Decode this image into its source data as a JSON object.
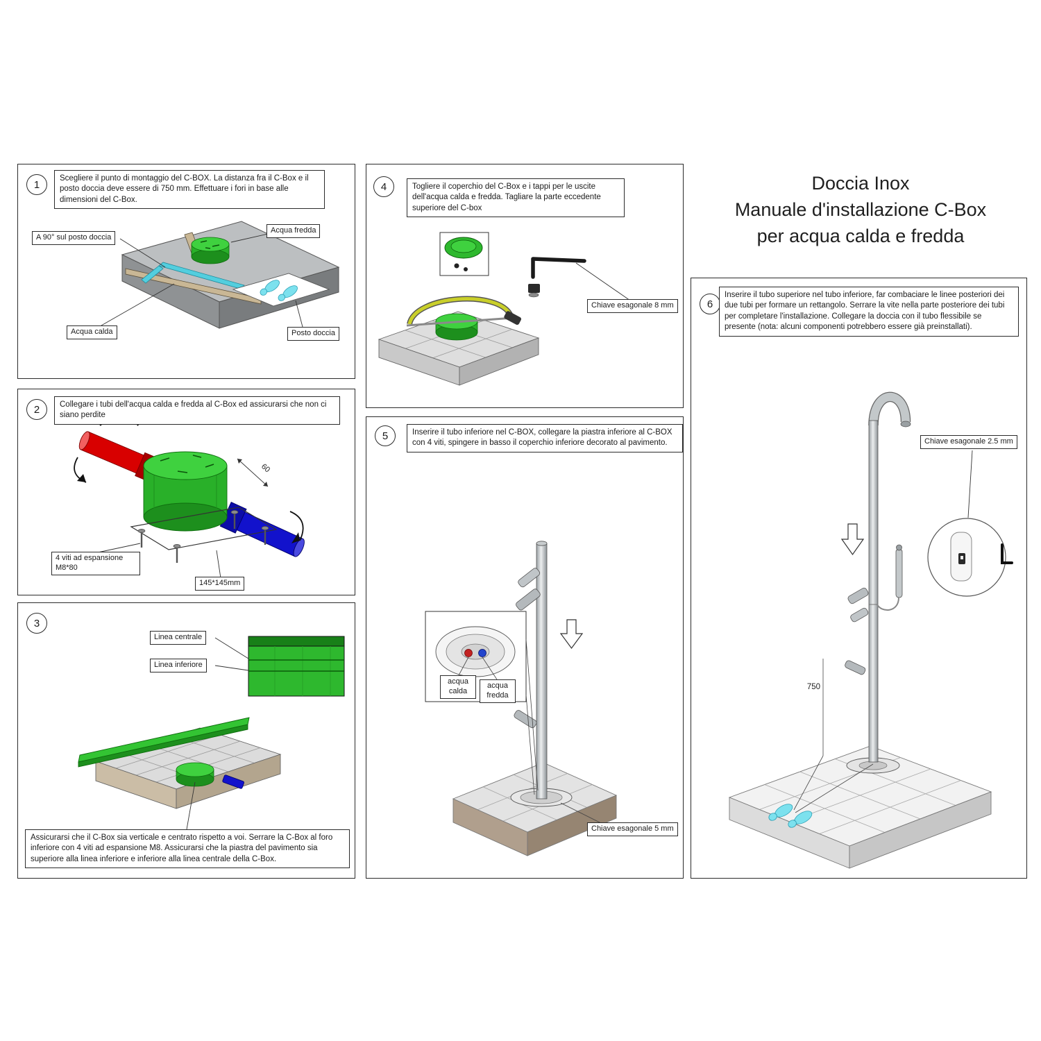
{
  "title": {
    "line1": "Doccia Inox",
    "line2": "Manuale d'installazione C-Box",
    "line3": "per acqua calda e fredda"
  },
  "panels": {
    "p1": {
      "number": "1",
      "instruction": "Scegliere il punto di montaggio del C-BOX. La distanza fra il C-Box e il posto doccia deve essere di 750 mm. Effettuare i fori in base alle dimensioni del C-Box.",
      "labels": {
        "acqua_fredda": "Acqua fredda",
        "a90": "A 90° sul posto doccia",
        "acqua_calda": "Acqua calda",
        "posto_doccia": "Posto doccia"
      }
    },
    "p2": {
      "number": "2",
      "instruction": "Collegare i tubi dell'acqua calda e fredda al C-Box ed assicurarsi che non ci siano perdite",
      "labels": {
        "viti": "4 viti ad espansione M8*80",
        "dim145": "145*145mm",
        "dim60": "60"
      }
    },
    "p3": {
      "number": "3",
      "instruction": "Assicurarsi che il C-Box sia verticale e centrato rispetto a voi. Serrare la C-Box al foro inferiore con 4 viti ad espansione M8. Assicurarsi che la piastra del pavimento sia superiore alla linea inferiore e inferiore alla linea centrale della C-Box.",
      "labels": {
        "linea_centrale": "Linea centrale",
        "linea_inferiore": "Linea inferiore"
      }
    },
    "p4": {
      "number": "4",
      "instruction": "Togliere il coperchio del C-Box e i tappi per le uscite dell'acqua calda e fredda. Tagliare la parte eccedente superiore del C-box",
      "labels": {
        "chiave": "Chiave esagonale 8 mm"
      }
    },
    "p5": {
      "number": "5",
      "instruction": "Inserire il tubo inferiore nel C-BOX, collegare la piastra inferiore al C-BOX con 4 viti, spingere in basso il coperchio inferiore decorato al pavimento.",
      "labels": {
        "acqua_calda": "acqua calda",
        "acqua_fredda": "acqua fredda",
        "chiave": "Chiave esagonale 5 mm"
      }
    },
    "p6": {
      "number": "6",
      "instruction": "Inserire il tubo superiore nel tubo inferiore, far combaciare le linee posteriori dei due tubi per formare un rettangolo. Serrare la vite nella parte posteriore dei tubi per completare l'installazione. Collegare la doccia con il tubo flessibile se presente (nota: alcuni componenti potrebbero essere già preinstallati).",
      "labels": {
        "chiave": "Chiave esagonale 2.5 mm",
        "dim750": "750"
      }
    }
  },
  "colors": {
    "cbox_green": "#2eb82e",
    "hot_red": "#d80000",
    "cold_blue": "#1212cc",
    "footprint_cyan": "#7ce1ee"
  }
}
